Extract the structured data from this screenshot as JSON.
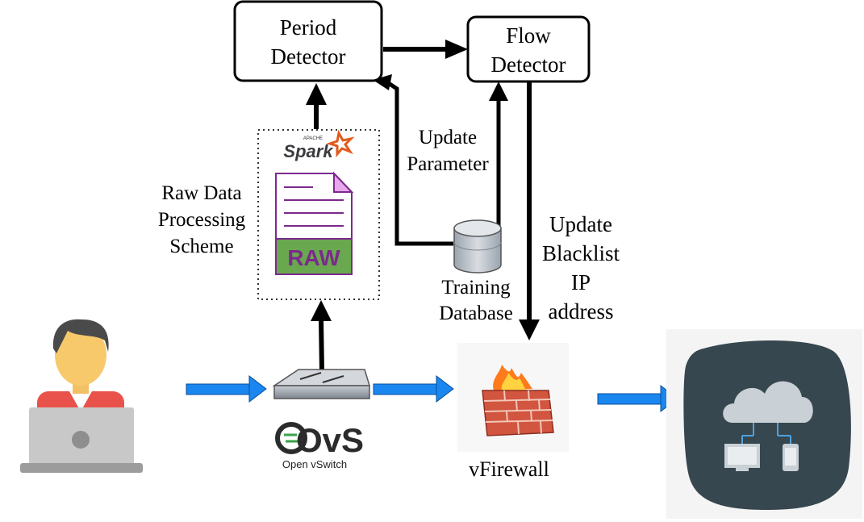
{
  "nodes": {
    "period_detector": {
      "line1": "Period",
      "line2": "Detector"
    },
    "flow_detector": {
      "line1": "Flow",
      "line2": "Detector"
    },
    "raw_processing": {
      "line1": "Raw Data",
      "line2": "Processing",
      "line3": "Scheme",
      "spark_logo_top": "APACHE",
      "spark_logo": "Spark",
      "raw_label": "RAW"
    },
    "training_db": {
      "line1": "Training",
      "line2": "Database"
    },
    "update_parameter": {
      "line1": "Update",
      "line2": "Parameter"
    },
    "update_blacklist": {
      "line1": "Update",
      "line2": "Blacklist",
      "line3": "IP",
      "line4": "address"
    },
    "ovs": {
      "logo": "OvS",
      "label": "Open vSwitch"
    },
    "vfirewall": {
      "label": "vFirewall"
    }
  },
  "colors": {
    "arrow_blue": "#1a86f0",
    "spark_orange": "#e25a1c",
    "raw_green": "#6aa84f",
    "raw_purple": "#7b2a8c",
    "cloud_bg": "#37474f"
  },
  "icons": [
    "user-laptop-icon",
    "spark-logo-icon",
    "raw-file-icon",
    "database-icon",
    "switch-icon",
    "ovs-logo-icon",
    "firewall-icon",
    "cloud-network-icon"
  ]
}
